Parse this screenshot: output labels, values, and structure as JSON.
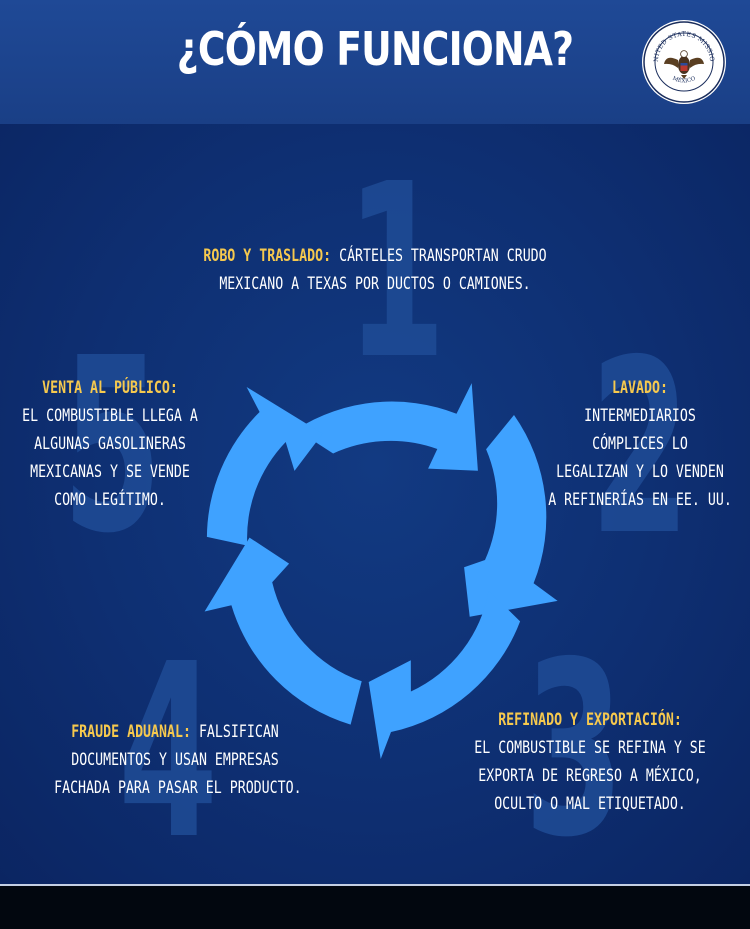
{
  "header": {
    "title": "¿CÓMO FUNCIONA?"
  },
  "seal": {
    "text_top": "UNITED STATES MISSION",
    "text_bottom": "MÉXICO"
  },
  "colors": {
    "accent": "#f6c94e",
    "arrow": "#3fa2ff",
    "background": "#0c2760"
  },
  "steps": [
    {
      "number": "1",
      "title": "ROBO Y TRASLADO:",
      "text_line1": "CÁRTELES TRANSPORTAN CRUDO",
      "text_line2": "MEXICANO A TEXAS POR DUCTOS O CAMIONES."
    },
    {
      "number": "2",
      "title": "LAVADO:",
      "lines": [
        "INTERMEDIARIOS",
        "CÓMPLICES LO",
        "LEGALIZAN Y LO VENDEN",
        "A REFINERÍAS EN EE. UU."
      ]
    },
    {
      "number": "3",
      "title": "REFINADO Y EXPORTACIÓN:",
      "lines": [
        "EL COMBUSTIBLE SE REFINA Y SE",
        "EXPORTA DE REGRESO A MÉXICO,",
        "OCULTO O MAL ETIQUETADO."
      ]
    },
    {
      "number": "4",
      "title": "FRAUDE ADUANAL:",
      "text_line1": "FALSIFICAN",
      "text_line2": "DOCUMENTOS Y USAN EMPRESAS",
      "text_line3": "FACHADA PARA PASAR EL PRODUCTO."
    },
    {
      "number": "5",
      "title": "VENTA AL PÚBLICO:",
      "lines": [
        "EL COMBUSTIBLE LLEGA A",
        "ALGUNAS GASOLINERAS",
        "MEXICANAS Y SE VENDE",
        "COMO LEGÍTIMO."
      ]
    }
  ]
}
